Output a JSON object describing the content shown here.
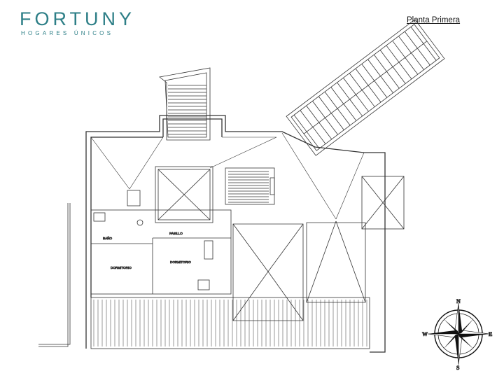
{
  "brand": {
    "name": "FORTUNY",
    "tagline": "HOGARES ÚNICOS",
    "color": "#2e7f87"
  },
  "plan": {
    "title": "Planta Primera",
    "rooms": {
      "pasillo": "PASILLO",
      "bano": "BAÑO",
      "dormitorio_1": "DORMITORIO",
      "dormitorio_2": "DORMITORIO"
    }
  },
  "compass": {
    "north": "N",
    "south": "S",
    "east": "E",
    "west": "W"
  }
}
